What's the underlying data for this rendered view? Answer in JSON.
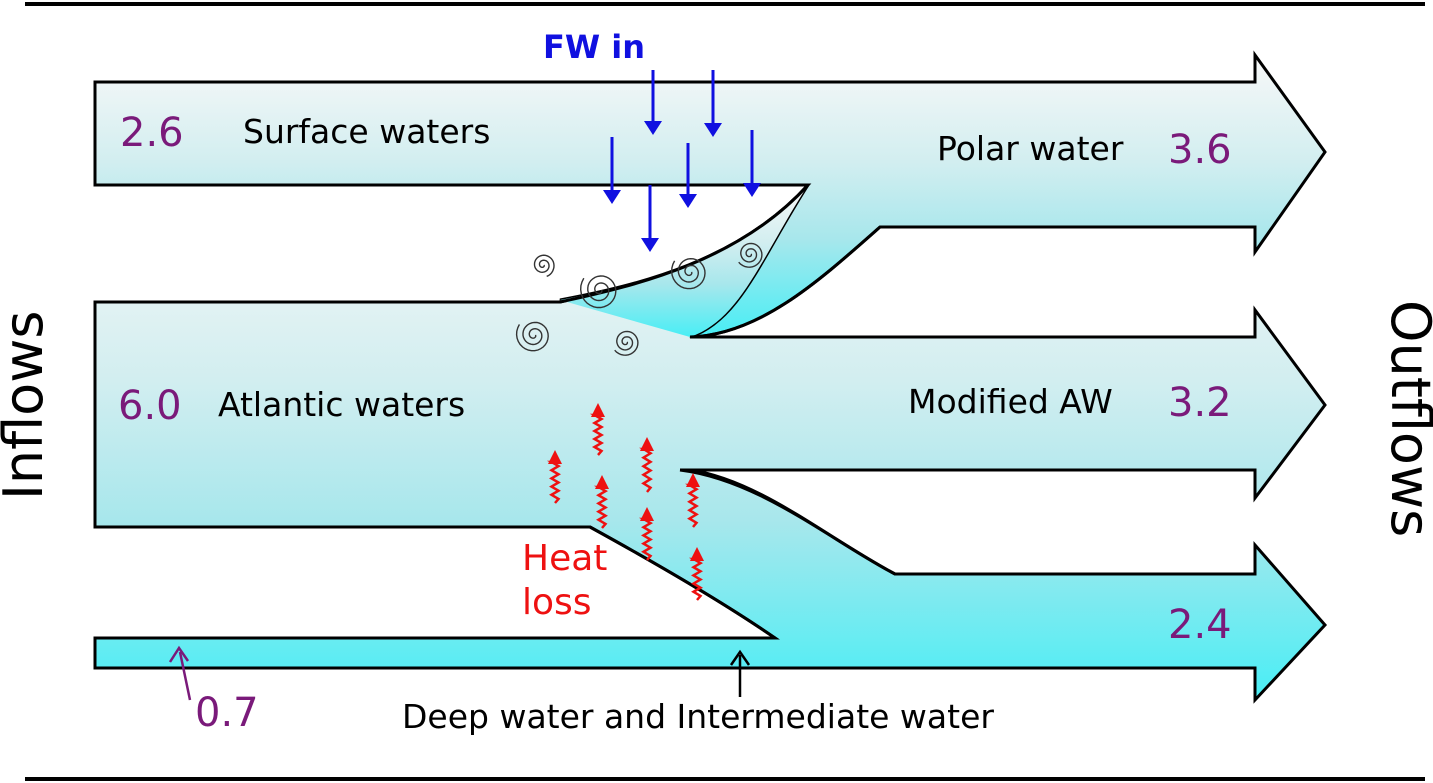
{
  "labels": {
    "fw_in": "FW in",
    "surface": "Surface waters",
    "atlantic": "Atlantic waters",
    "polar": "Polar water",
    "modified": "Modified AW",
    "heat_line1": "Heat",
    "heat_line2": "loss",
    "deep": "Deep water and Intermediate water",
    "inflows": "Inflows",
    "outflows": "Outflows"
  },
  "values": {
    "surface_in": "2.6",
    "atlantic_in": "6.0",
    "deep_in": "0.7",
    "polar_out": "3.6",
    "modified_out": "3.2",
    "deep_out": "2.4"
  },
  "colors": {
    "flow_top": "#f8f8f8",
    "flow_mid": "#bfeaed",
    "flow_bottom": "#48eef5",
    "fw_arrow": "#1010e0",
    "heat_arrow": "#ee1111",
    "value_text": "#7a1a7a",
    "outline": "#000000"
  }
}
